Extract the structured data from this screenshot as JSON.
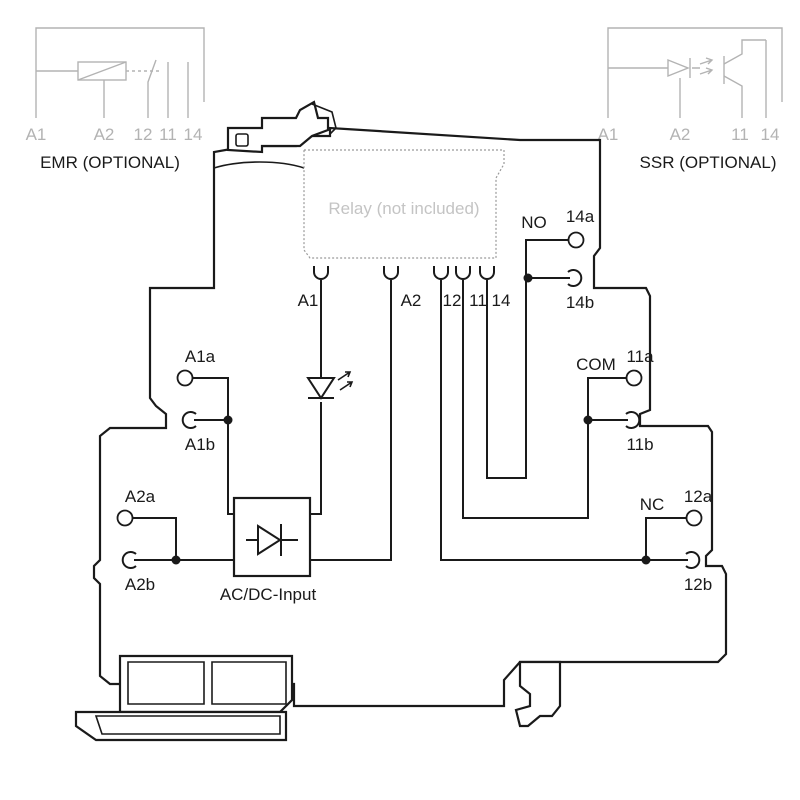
{
  "diagram": {
    "emr_caption": "EMR (OPTIONAL)",
    "ssr_caption": "SSR (OPTIONAL)",
    "emr_pins": [
      "A1",
      "A2",
      "12",
      "11",
      "14"
    ],
    "ssr_pins": [
      "A1",
      "A2",
      "11",
      "14"
    ],
    "relay_label": "Relay (not included)",
    "socket_pins": {
      "a1": "A1",
      "a2": "A2",
      "p12": "12",
      "p11": "11",
      "p14": "14"
    },
    "terminals": {
      "a1a": "A1a",
      "a1b": "A1b",
      "a2a": "A2a",
      "a2b": "A2b",
      "t14a": "14a",
      "t14b": "14b",
      "t11a": "11a",
      "t11b": "11b",
      "t12a": "12a",
      "t12b": "12b"
    },
    "contacts": {
      "no": "NO",
      "com": "COM",
      "nc": "NC"
    },
    "input_label": "AC/DC-Input"
  },
  "colors": {
    "line": "#1a1a1a",
    "optional_gray": "#b3b3b3",
    "relay_text": "#c4c4c4"
  }
}
